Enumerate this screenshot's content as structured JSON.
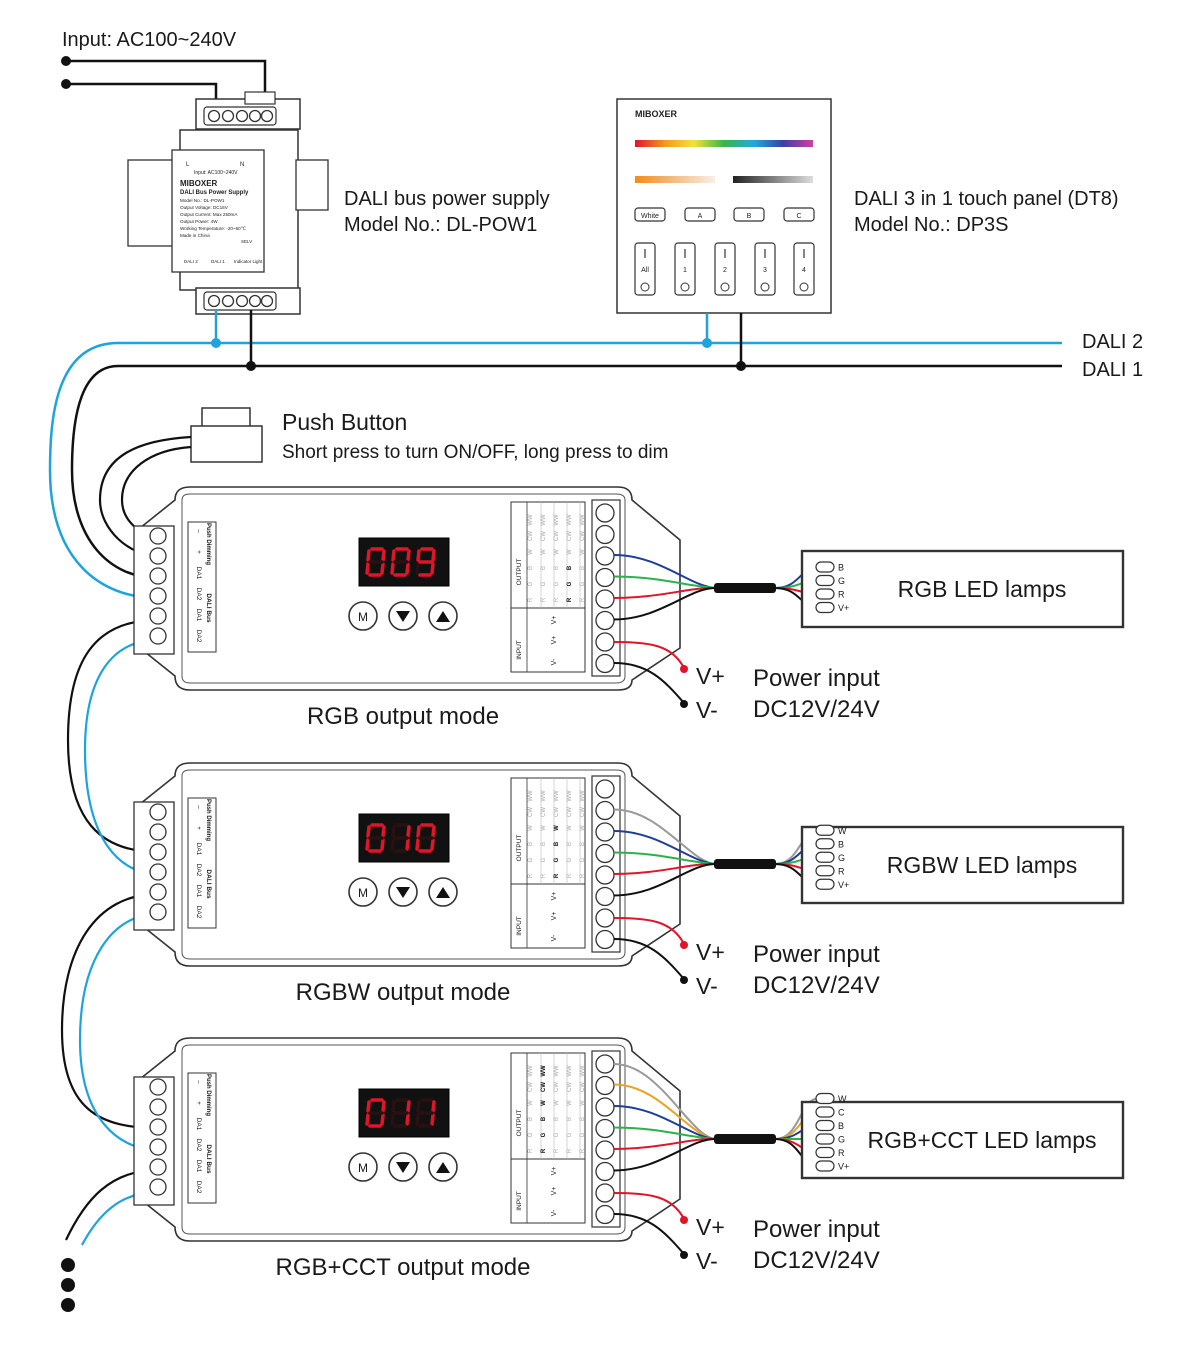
{
  "input_label": "Input: AC100~240V",
  "power_supply": {
    "brand": "MIBOXER",
    "l_label": "L",
    "n_label": "N",
    "input_rating": "Input: AC100~240V",
    "title": "DALI Bus Power Supply",
    "specs": [
      "Model No.: DL-POW1",
      "Output Voltage: DC16V",
      "Output Current: Max 250mA",
      "Output Power: 4W",
      "Working Temperature: -20~60℃",
      "Made in China"
    ],
    "relv": "SELV",
    "dali2": "DALI 2",
    "dali1": "DALI 1",
    "indicator": "Indicator Light",
    "label_line1": "DALI bus power supply",
    "label_line2": "Model No.: DL-POW1"
  },
  "panel": {
    "brand": "MIBOXER",
    "scene_buttons": [
      "White",
      "A",
      "B",
      "C"
    ],
    "zones": [
      "All",
      "1",
      "2",
      "3",
      "4"
    ],
    "label_line1": "DALI 3 in 1 touch panel (DT8)",
    "label_line2": "Model No.: DP3S"
  },
  "bus": {
    "dali2": "DALI 2",
    "dali1": "DALI 1"
  },
  "push_button": {
    "title": "Push Button",
    "desc": "Short press to turn ON/OFF, long press to dim"
  },
  "terminal": {
    "minus": "–",
    "plus": "+",
    "da1": "DA1",
    "da2": "DA2",
    "push_dimming": "Push Dimming",
    "dali_bus": "DALI Bus",
    "output": "OUTPUT",
    "input": "INPUT",
    "vplus": "V+",
    "vminus": "V-"
  },
  "buttons": {
    "m": "M"
  },
  "output_table_cols": [
    [
      "R",
      "G",
      "B",
      "W",
      "CW",
      "WW"
    ],
    [
      "R",
      "G",
      "B",
      "W",
      "CW",
      "WW"
    ],
    [
      "R",
      "G",
      "B",
      "W",
      "CW",
      "WW"
    ],
    [
      "R",
      "G",
      "B",
      "W",
      "CW",
      "WW"
    ],
    [
      "R",
      "G",
      "B",
      "W",
      "CW",
      "WW"
    ]
  ],
  "controllers": [
    {
      "display": "009",
      "mode_label": "RGB output mode",
      "lamp_label": "RGB LED lamps",
      "lamp_pins": [
        "B",
        "G",
        "R",
        "V+"
      ],
      "active_col": 2
    },
    {
      "display": "010",
      "mode_label": "RGBW output mode",
      "lamp_label": "RGBW LED lamps",
      "lamp_pins": [
        "W",
        "B",
        "G",
        "R",
        "V+"
      ],
      "active_col": 1
    },
    {
      "display": "011",
      "mode_label": "RGB+CCT output mode",
      "lamp_label": "RGB+CCT LED lamps",
      "lamp_pins": [
        "W",
        "C",
        "B",
        "G",
        "R",
        "V+"
      ],
      "active_col": 0
    }
  ],
  "power_input": {
    "vplus": "V+",
    "vminus": "V-",
    "line1": "Power input",
    "line2": "DC12V/24V"
  },
  "colors": {
    "blue_wire": "#1ea3dc",
    "black_wire": "#111111",
    "red_wire": "#e0152a",
    "green_wire": "#2bb24a",
    "navy_wire": "#1f3e9a",
    "grey_wire": "#9a9a9a",
    "orange_wire": "#e9a324",
    "led_red": "#e0152a"
  }
}
